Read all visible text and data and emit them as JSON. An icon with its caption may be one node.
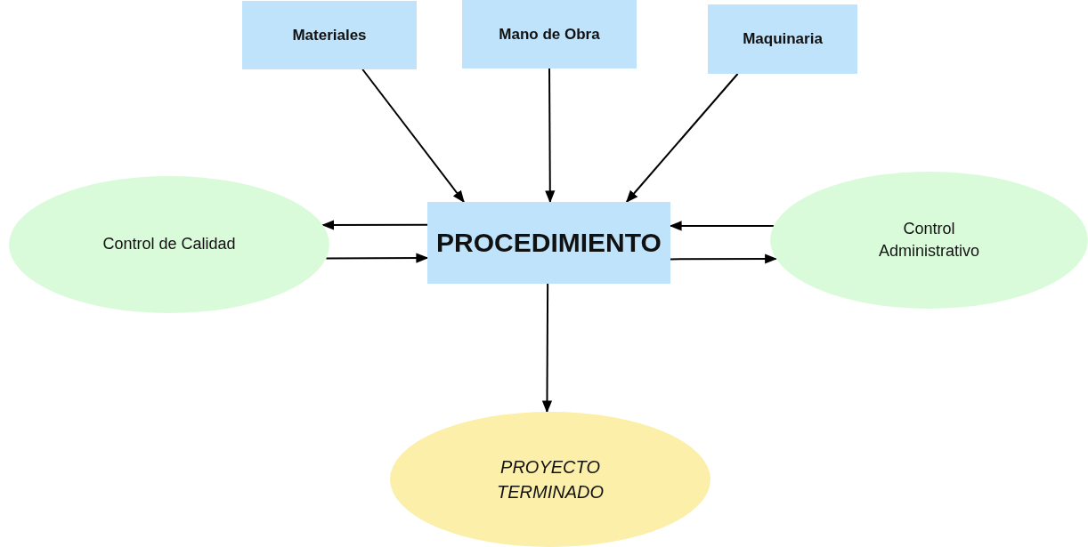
{
  "diagram": {
    "nodes": [
      {
        "text": [
          "Materiales"
        ]
      },
      {
        "text": [
          "Mano de Obra"
        ]
      },
      {
        "text": [
          "Maquinaria"
        ]
      },
      {
        "text": [
          "PROCEDIMIENTO"
        ]
      },
      {
        "text": [
          "Control de Calidad"
        ]
      },
      {
        "text": [
          "Control Administrativo"
        ]
      },
      {
        "text": [
          "PROYECTO TERMINADO"
        ]
      }
    ],
    "edges": [
      {
        "from": 0,
        "to": 3,
        "arrow": "to"
      },
      {
        "from": 1,
        "to": 3,
        "arrow": "to"
      },
      {
        "from": 2,
        "to": 3,
        "arrow": "to"
      },
      {
        "from": 3,
        "to": 4,
        "arrow": "to"
      },
      {
        "from": 4,
        "to": 3,
        "arrow": "to"
      },
      {
        "from": 5,
        "to": 3,
        "arrow": "to"
      },
      {
        "from": 3,
        "to": 5,
        "arrow": "to"
      },
      {
        "from": 3,
        "to": 6,
        "arrow": "to"
      }
    ]
  }
}
